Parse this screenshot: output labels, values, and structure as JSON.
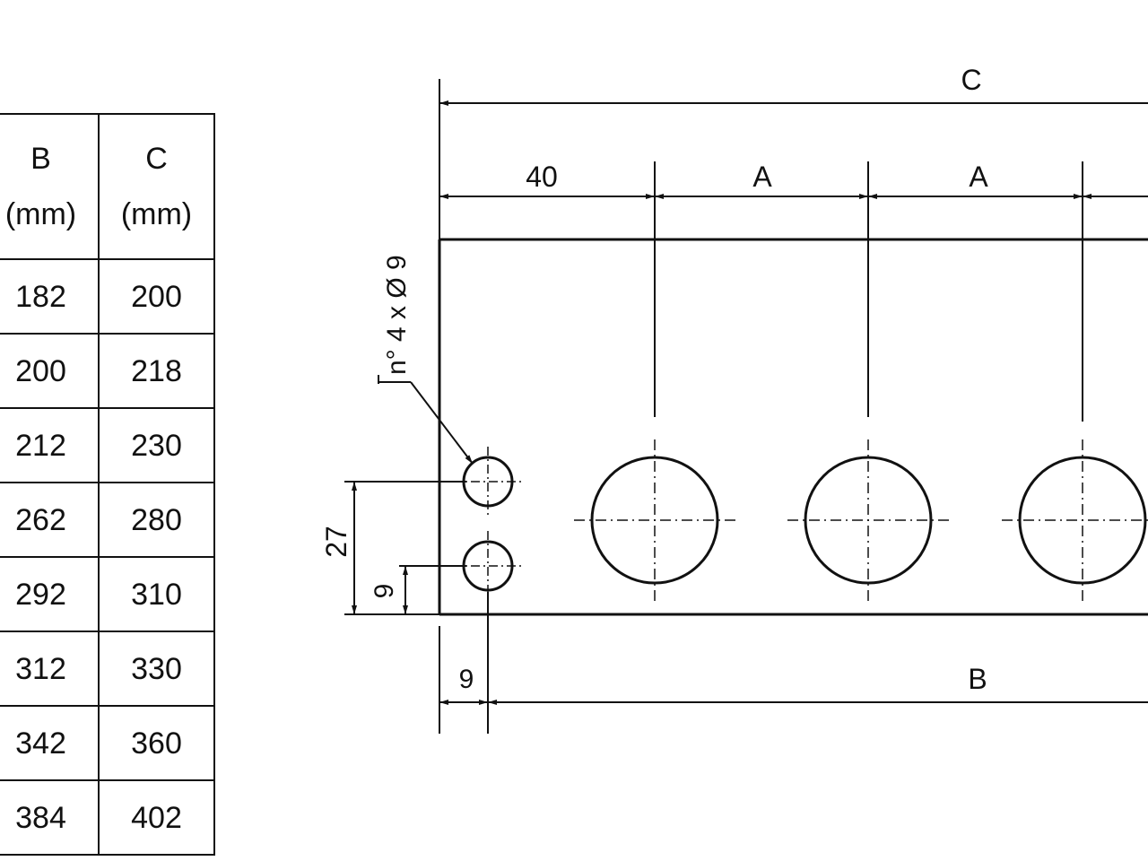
{
  "table": {
    "headers": [
      {
        "letter": "B",
        "unit": "(mm)"
      },
      {
        "letter": "C",
        "unit": "(mm)"
      }
    ],
    "rows": [
      [
        "182",
        "200"
      ],
      [
        "200",
        "218"
      ],
      [
        "212",
        "230"
      ],
      [
        "262",
        "280"
      ],
      [
        "292",
        "310"
      ],
      [
        "312",
        "330"
      ],
      [
        "342",
        "360"
      ],
      [
        "384",
        "402"
      ]
    ]
  },
  "drawing": {
    "dim_c": "C",
    "dim_40": "40",
    "dim_a1": "A",
    "dim_a2": "A",
    "hole_note": "n° 4 x Ø 9",
    "dim_27": "27",
    "dim_9_vertical": "9",
    "dim_9_horizontal": "9",
    "dim_b": "B"
  }
}
